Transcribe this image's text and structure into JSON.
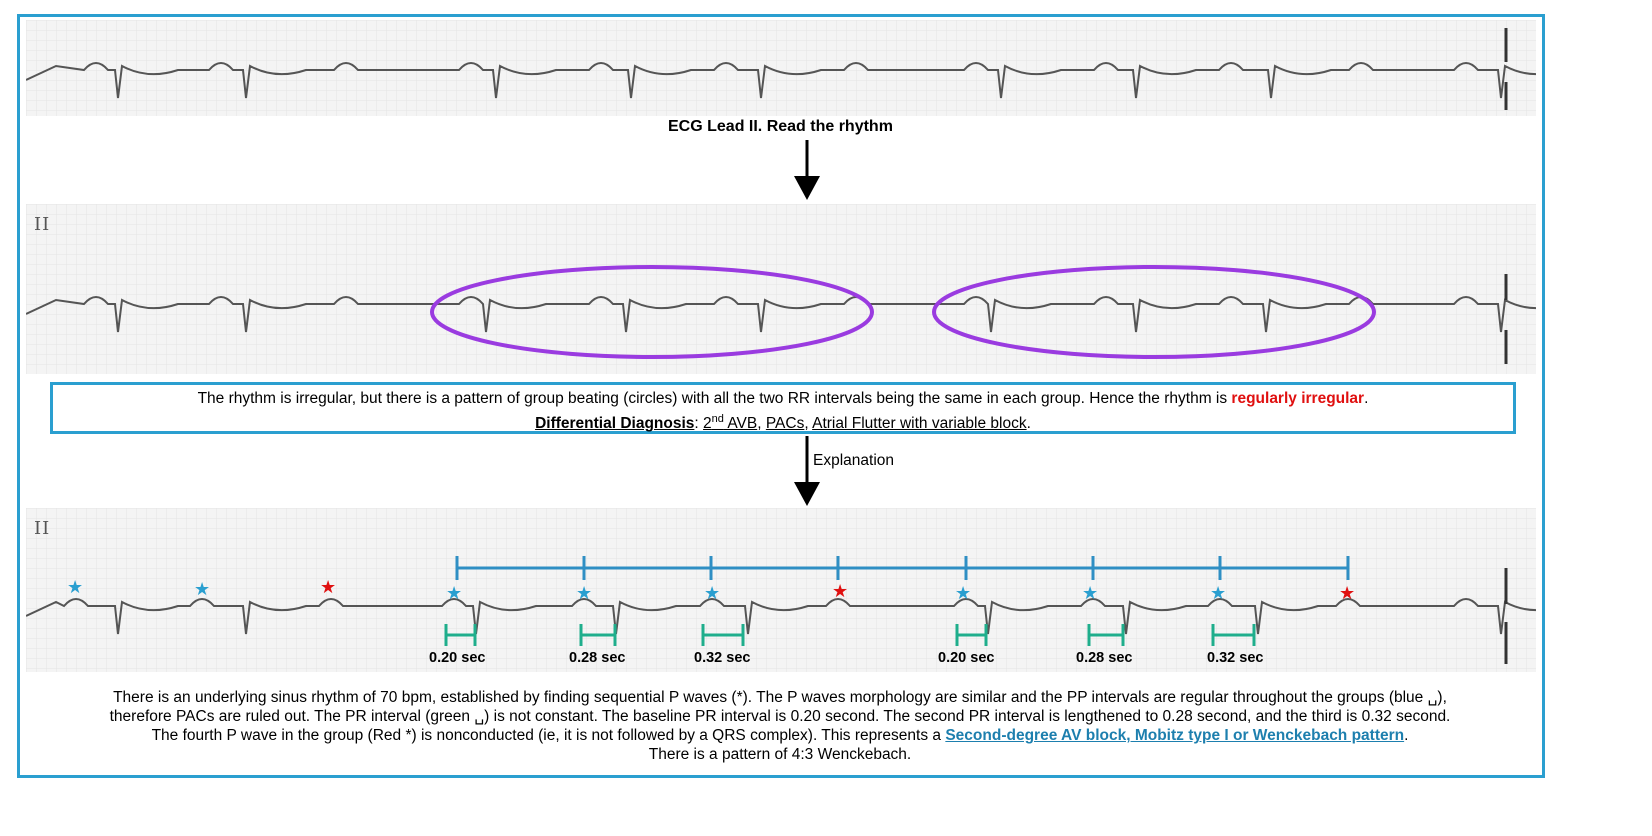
{
  "caption_top": "ECG Lead II. Read the rhythm",
  "lead_label_2": "II",
  "lead_label_3": "II",
  "summary": {
    "line1_pre": "The rhythm is irregular, but there is a pattern of group beating (circles) with all the two RR intervals being the same in each group. Hence the rhythm is ",
    "line1_emph": "regularly irregular",
    "line1_post": ".",
    "dd_label": "Differential Diagnosis",
    "dd_colon": ": ",
    "dd_1a": "2",
    "dd_1sup": "nd",
    "dd_1b": " AVB",
    "dd_sep1": ", ",
    "dd_2": "PACs",
    "dd_sep2": ", ",
    "dd_3": "Atrial Flutter with variable block",
    "dd_end": "."
  },
  "explanation_label": "Explanation",
  "pr_labels": [
    "0.20 sec",
    "0.28 sec",
    "0.32 sec",
    "0.20 sec",
    "0.28 sec",
    "0.32 sec"
  ],
  "bottom": {
    "line1": "There is an underlying sinus rhythm of 70 bpm, established by finding sequential P waves (*). The P waves morphology are similar and the PP intervals are regular throughout the groups (blue ␣),",
    "line2": "therefore PACs are ruled out. The PR interval (green ␣) is not constant. The baseline PR interval is 0.20 second. The second PR interval is lengthened to 0.28 second, and the third is 0.32 second.",
    "line3_pre": "The fourth P wave in the group  (Red *) is nonconducted (ie, it is not followed by a QRS complex). This represents a ",
    "line3_link": "Second-degree AV block, Mobitz type I or Wenckebach pattern",
    "line3_post": ".",
    "line4": "There is a pattern of 4:3 Wenckebach."
  },
  "colors": {
    "frame": "#2a9fd0",
    "pp_bracket": "#2f8fc4",
    "pr_bracket": "#1fae8c",
    "p_star": "#2a9fd0",
    "blocked_star": "#e01010",
    "circle": "#9a3be0",
    "trace": "#555555"
  }
}
